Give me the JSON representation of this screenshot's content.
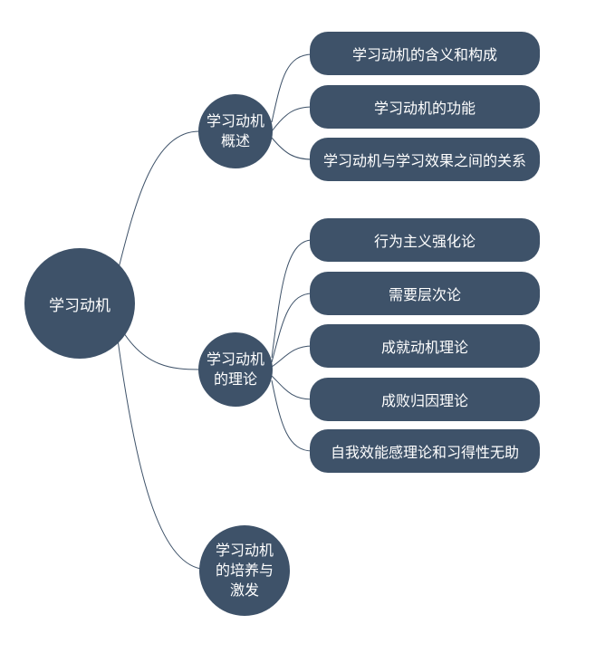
{
  "mindmap": {
    "root": "学习动机",
    "branches": [
      {
        "label": "学习动机\n概述",
        "children": [
          "学习动机的含义和构成",
          "学习动机的功能",
          "学习动机与学习效果之间的关系"
        ]
      },
      {
        "label": "学习动机\n的理论",
        "children": [
          "行为主义强化论",
          "需要层次论",
          "成就动机理论",
          "成败归因理论",
          "自我效能感理论和习得性无助"
        ]
      },
      {
        "label": "学习动机\n的培养与\n激发",
        "children": []
      }
    ]
  },
  "colors": {
    "node_fill": "#3e5269",
    "connector": "#3e5269",
    "text": "#ffffff",
    "background": "#ffffff"
  }
}
